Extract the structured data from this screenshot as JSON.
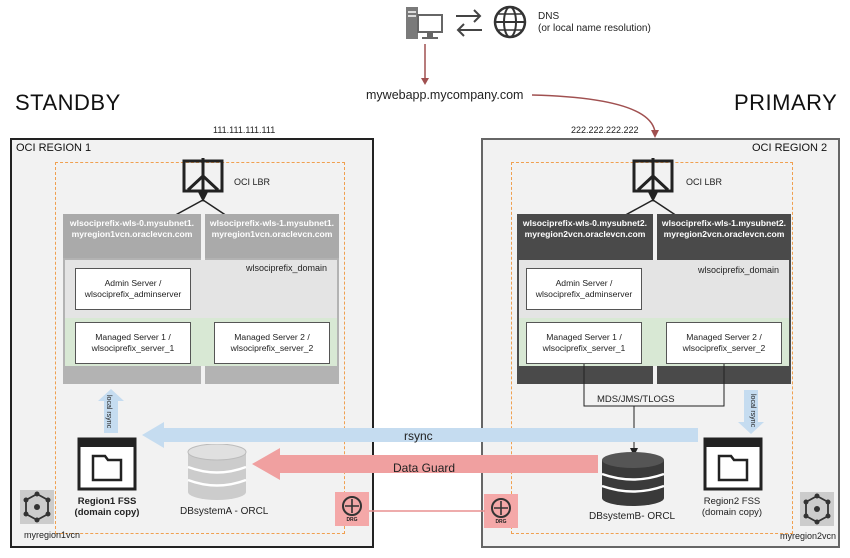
{
  "dns": {
    "label": "DNS",
    "sublabel": "(or local name resolution)"
  },
  "url": "mywebapp.mycompany.com",
  "standby": {
    "side_label": "STANDBY",
    "ip": "111.111.111.111",
    "region_title": "OCI REGION 1",
    "lbr_label": "OCI LBR",
    "host0": [
      "wlsociprefix-wls-0.mysubnet1.",
      "myregion1vcn.oraclevcn.com"
    ],
    "host1": [
      "wlsociprefix-wls-1.mysubnet1.",
      "myregion1vcn.oraclevcn.com"
    ],
    "domain": "wlsociprefix_domain",
    "admin": [
      "Admin Server /",
      "wlsociprefix_adminserver"
    ],
    "ms1": [
      "Managed Server 1 /",
      "wlsociprefix_server_1"
    ],
    "ms2": [
      "Managed Server 2 /",
      "wlsociprefix_server_2"
    ],
    "local_rsync": "local rsync",
    "fss": [
      "Region1 FSS",
      "(domain copy)"
    ],
    "db": "DBsystemA - ORCL",
    "vcn": "myregion1vcn",
    "drg": "DRG"
  },
  "primary": {
    "side_label": "PRIMARY",
    "ip": "222.222.222.222",
    "region_title": "OCI REGION 2",
    "lbr_label": "OCI LBR",
    "host0": [
      "wlsociprefix-wls-0.mysubnet2.",
      "myregion2vcn.oraclevcn.com"
    ],
    "host1": [
      "wlsociprefix-wls-1.mysubnet2.",
      "myregion2vcn.oraclevcn.com"
    ],
    "domain": "wlsociprefix_domain",
    "admin": [
      "Admin Server /",
      "wlsociprefix_adminserver"
    ],
    "ms1": [
      "Managed Server 1 /",
      "wlsociprefix_server_1"
    ],
    "ms2": [
      "Managed Server 2 /",
      "wlsociprefix_server_2"
    ],
    "mds": "MDS/JMS/TLOGS",
    "local_rsync": "local rsync",
    "fss": [
      "Region2 FSS",
      "(domain copy)"
    ],
    "db": "DBsystemB- ORCL",
    "vcn": "myregion2vcn",
    "drg": "DRG"
  },
  "rsync_label": "rsync",
  "dataguard_label": "Data Guard",
  "colors": {
    "standby_host": "#aaaaaa",
    "primary_host": "#4a4a4a",
    "rsync_arrow": "#c5dcf0",
    "dataguard_arrow": "#f0a0a0",
    "drg": "#f4a8a8",
    "dns_arrow": "#a05050"
  }
}
